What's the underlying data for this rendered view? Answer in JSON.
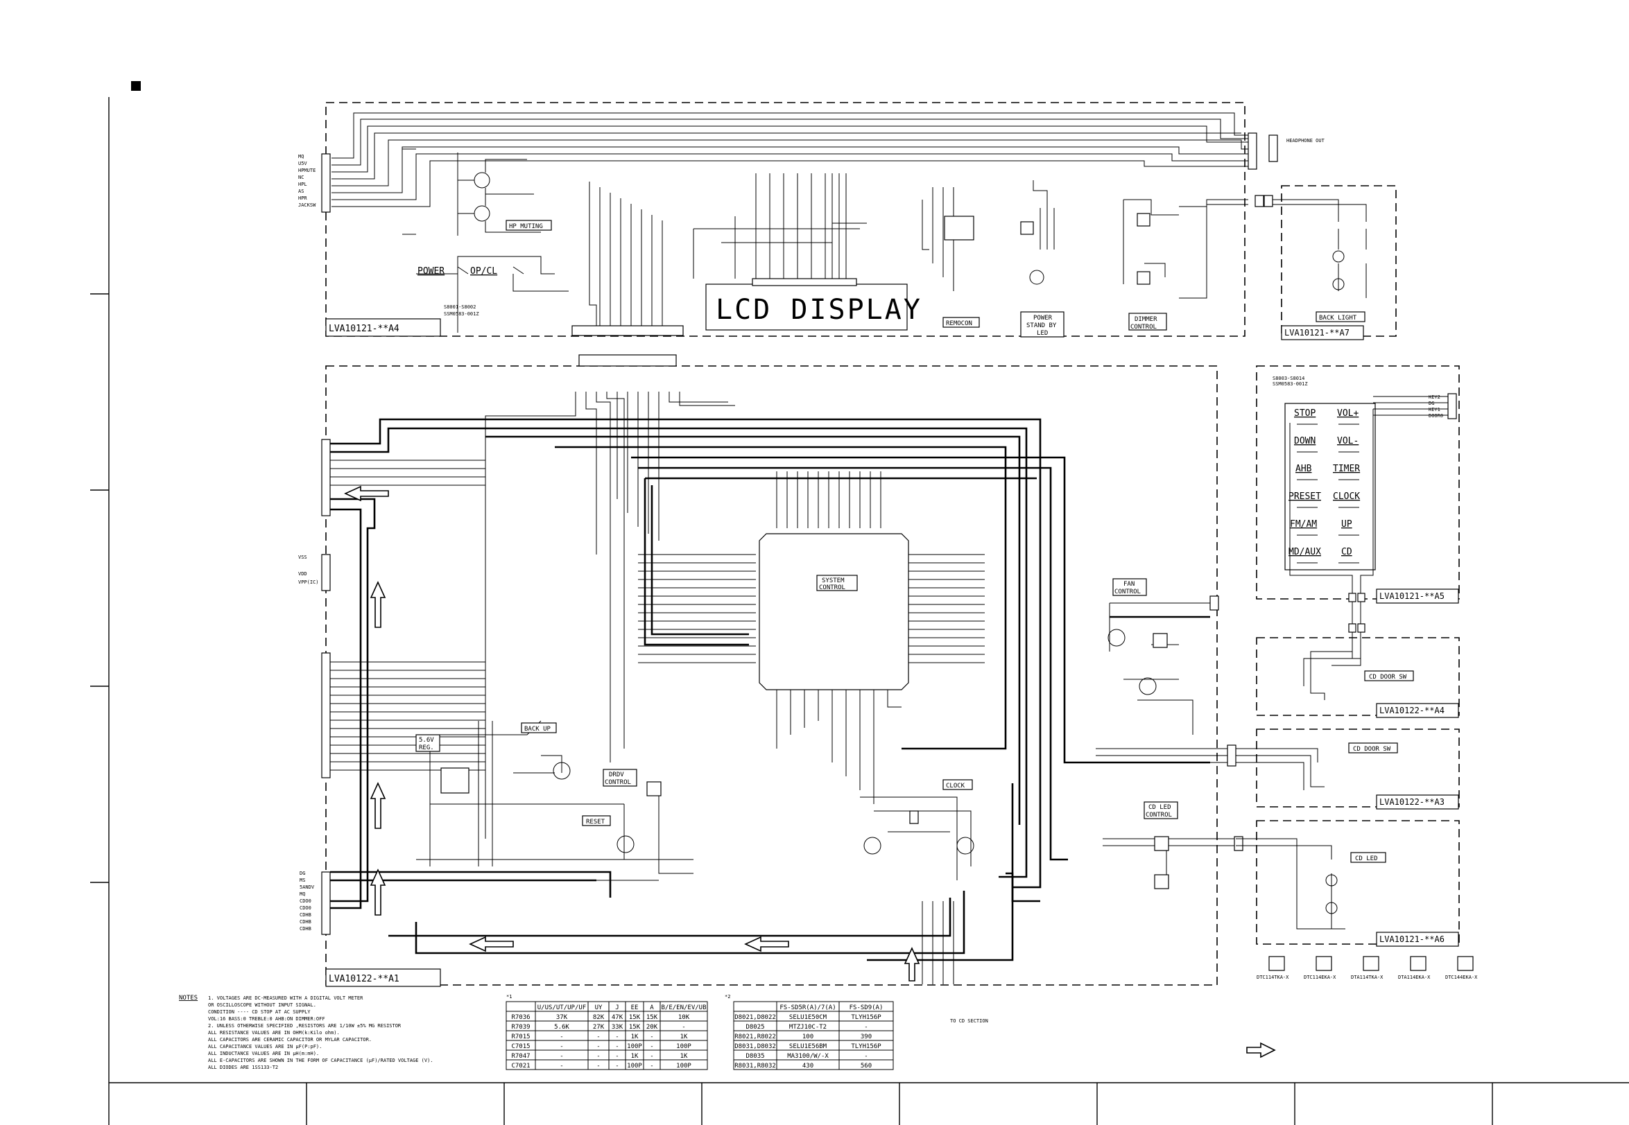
{
  "boards": {
    "a4": "LVA10121-**A4",
    "a7": "LVA10121-**A7",
    "a1": "LVA10122-**A1",
    "a5": "LVA10121-**A5",
    "b4": "LVA10122-**A4",
    "b3": "LVA10122-**A3",
    "a6": "LVA10121-**A6"
  },
  "blocks": {
    "lcd": "LCD DISPLAY",
    "hp_muting": "HP MUTING",
    "power": "POWER",
    "op_cl": "OP/CL",
    "remocon": "REMOCON",
    "power_standby_1": "POWER",
    "power_standby_2": "STAND BY",
    "power_standby_3": "LED",
    "dimmer_1": "DIMMER",
    "dimmer_2": "CONTROL",
    "back_light": "BACK LIGHT",
    "headphone_out": "HEADPHONE OUT",
    "system_1": "SYSTEM",
    "system_2": "CONTROL",
    "fan_1": "FAN",
    "fan_2": "CONTROL",
    "back_up": "BACK UP",
    "reg_1": "5.6V",
    "reg_2": "REG.",
    "drdv_1": "DRDV",
    "drdv_2": "CONTROL",
    "reset": "RESET",
    "clock": "CLOCK",
    "cd_led_ctrl_1": "CD LED",
    "cd_led_ctrl_2": "CONTROL",
    "cd_door_sw_1": "CD DOOR SW",
    "cd_door_sw_2": "CD DOOR SW",
    "cd_led": "CD LED",
    "to_cd_section": "TO CD SECTION",
    "sw_range_top": "S8001-S8002",
    "sw_part_top": "SSM0583-001Z",
    "sw_range_right": "S8003-S8014",
    "sw_part_right": "SSM0583-001Z"
  },
  "keys": [
    "STOP",
    "VOL+",
    "DOWN",
    "VOL-",
    "AHB",
    "TIMER",
    "PRESET",
    "CLOCK",
    "FM/AM",
    "UP",
    "MD/AUX",
    "CD"
  ],
  "connector_labels": {
    "top_left": [
      "MQ",
      "U5V",
      "HPMUTE",
      "NC",
      "HPL",
      "AS",
      "HPR",
      "JACKSW"
    ],
    "right_top": [
      "KEY2",
      "DG",
      "KEY1",
      "DOOR0"
    ],
    "power_conn": [
      "VSS",
      "",
      "VDD",
      "VPP(IC)"
    ],
    "bottom_left": [
      "DG",
      "MS",
      "5ANDV",
      "MQ",
      "CDO0",
      "CDO0",
      "CDHB",
      "CDHB",
      "CDHB"
    ]
  },
  "transistors": [
    "DTC114TKA-X",
    "DTC114EKA-X",
    "DTA114TKA-X",
    "DTA114EKA-X",
    "DTC144EKA-X"
  ],
  "notes": {
    "title": "NOTES",
    "lines": [
      "1. VOLTAGES ARE DC-MEASURED WITH A DIGITAL VOLT METER",
      "   OR OSCILLOSCOPE WITHOUT INPUT SIGNAL.",
      "   CONDITION ---- CD STOP AT AC SUPPLY",
      "                  VOL:16 BASS:0 TREBLE:0 AHB:ON DIMMER:OFF",
      "2. UNLESS OTHERWISE SPECIFIED ,RESISTORS ARE 1/10W ±5% MG RESISTOR",
      "   ALL RESISTANCE VALUES ARE IN OHM(k:Kilo ohm).",
      "   ALL CAPACITORS ARE CERAMIC CAPACITOR OR MYLAR CAPACITOR.",
      "   ALL CAPACITANCE VALUES ARE IN μF(P:pF).",
      "   ALL INDUCTANCE VALUES ARE IN μH(m:mH).",
      "   ALL E-CAPACITORS ARE SHOWN IN THE FORM OF CAPACITANCE (μF)/RATED VOLTAGE (V).",
      "   ALL DIODES ARE 1SS133-T2"
    ]
  },
  "table1": {
    "marker": "*1",
    "header": [
      "",
      "U/US/UT/UP/UF",
      "UY",
      "J",
      "EE",
      "A",
      "B/E/EN/EV/UB"
    ],
    "rows": [
      [
        "R7036",
        "37K",
        "82K",
        "47K",
        "15K",
        "15K",
        "10K"
      ],
      [
        "R7039",
        "5.6K",
        "27K",
        "33K",
        "15K",
        "20K",
        "-"
      ],
      [
        "R7015",
        "-",
        "-",
        "-",
        "1K",
        "-",
        "1K"
      ],
      [
        "C7015",
        "-",
        "-",
        "-",
        "100P",
        "-",
        "100P"
      ],
      [
        "R7047",
        "-",
        "-",
        "-",
        "1K",
        "-",
        "1K"
      ],
      [
        "C7021",
        "-",
        "-",
        "-",
        "100P",
        "-",
        "100P"
      ]
    ]
  },
  "table2": {
    "marker": "*2",
    "header": [
      "",
      "FS-SD5R(A)/7(A)",
      "FS-SD9(A)"
    ],
    "rows": [
      [
        "D8021,D8022",
        "SELU1E50CM",
        "TLYH156P"
      ],
      [
        "D8025",
        "MTZJ10C-T2",
        "-"
      ],
      [
        "R8021,R8022",
        "100",
        "390"
      ],
      [
        "D8031,D8032",
        "SELU1E56BM",
        "TLYH156P"
      ],
      [
        "D8035",
        "MA3100/W/-X",
        "-"
      ],
      [
        "R8031,R8032",
        "430",
        "560"
      ]
    ]
  }
}
